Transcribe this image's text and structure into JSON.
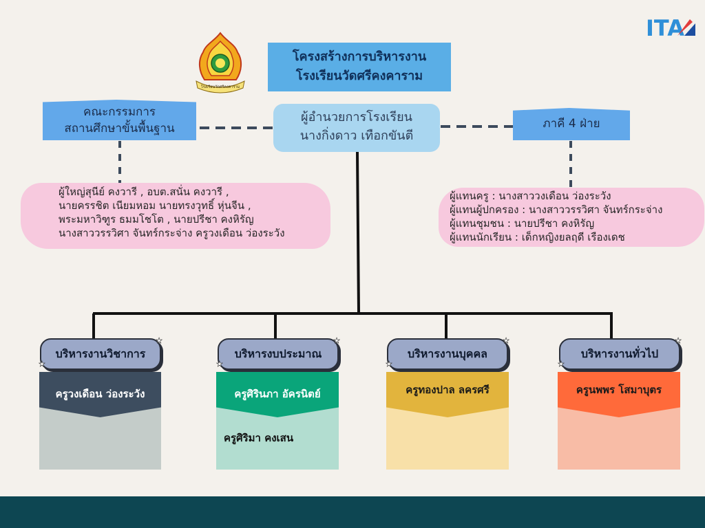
{
  "title": {
    "line1": "โครงสร้างการบริหารงาน",
    "line2": "โรงเรียนวัดศรีคงคาราม"
  },
  "logo": {
    "icon": "school-emblem-icon",
    "text": "โรงเรียนวัดศรีคงคาราม"
  },
  "ita_logo": {
    "text": "ITA",
    "icon": "ita-logo-icon"
  },
  "director": {
    "line1": "ผู้อำนวยการโรงเรียน",
    "line2": "นางกิ่งดาว   เทือกขันตี"
  },
  "committee": {
    "line1": "คณะกรรมการ",
    "line2": "สถานศึกษาขั้นพื้นฐาน"
  },
  "partners": {
    "label": "ภาคี 4 ฝ่าย"
  },
  "committee_members": [
    "ผู้ใหญ่สุนีย์ คงวารี  , อบต.สนั่น  คงวารี  ,",
    "นายครรชิต  เนียมหอม    นายทรงวุทธิ์  หุ่นจีน ,",
    "พระมหาวิฑูร  ธมมโชโต  , นายปรีชา  คงหิรัญ",
    "นางสาววรรวิศา  จันทร์กระจ่าง  ครูวงเดือน ว่องระวัง"
  ],
  "partner_members": [
    "ผู้แทนครู   :   นางสาววงเดือน  ว่องระวัง",
    "ผู้แทนผู้ปกครอง  :  นางสาววรรวิศา  จันทร์กระจ่าง",
    "ผู้แทนชุมชน   :  นายปรีชา   คงหิรัญ",
    "ผู้แทนนักเรียน   :  เด็กหญิงยลฤดี  เรืองเดช"
  ],
  "departments": [
    {
      "label": "บริหารงานวิชาการ",
      "head": "ครูวงเดือน  ว่องระวัง",
      "extra": ""
    },
    {
      "label": "บริหารงบประมาณ",
      "head": "ครูศิรินภา  อัครนิตย์",
      "extra": "ครูศิริมา    คงเสน"
    },
    {
      "label": "บริหารงานบุคคล",
      "head": "ครูทองปาล  ลครศรี",
      "extra": ""
    },
    {
      "label": "บริหารงานทั่วไป",
      "head": "ครูนพพร  โสมาบุตร",
      "extra": ""
    }
  ],
  "colors": {
    "dept1": [
      "#3d4d5f",
      "#c4ccc9",
      "#ffffff"
    ],
    "dept2": [
      "#0aa57a",
      "#b2ddd0",
      "#ffffff"
    ],
    "dept3": [
      "#e2b43d",
      "#f8e0a8",
      "#1a1a1a"
    ],
    "dept4": [
      "#ff6a3a",
      "#f8bca6",
      "#1a1a1a"
    ]
  }
}
